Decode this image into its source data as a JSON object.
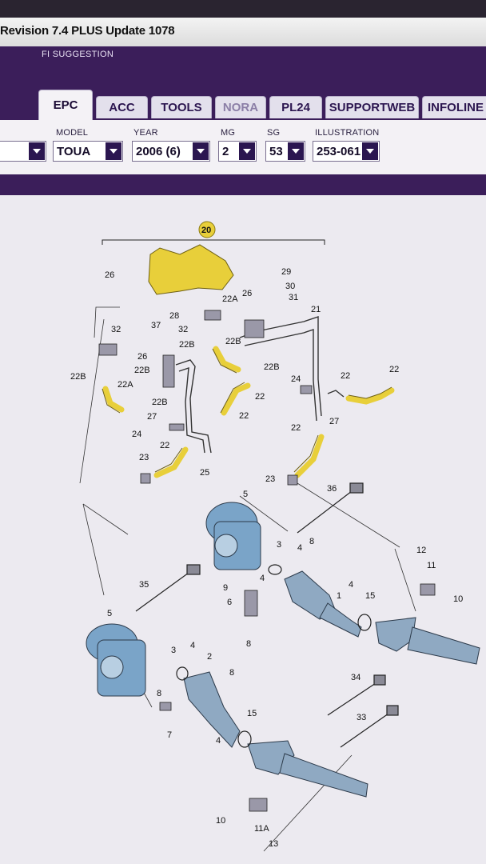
{
  "window": {
    "title": "Revision 7.4 PLUS Update 1078"
  },
  "header": {
    "subtitle": "FI SUGGESTION"
  },
  "tabs": [
    {
      "label": "EPC",
      "state": "active"
    },
    {
      "label": "ACC",
      "state": "normal"
    },
    {
      "label": "TOOLS",
      "state": "normal"
    },
    {
      "label": "NORA",
      "state": "dim"
    },
    {
      "label": "PL24",
      "state": "normal"
    },
    {
      "label": "SUPPORTWEB",
      "state": "normal"
    },
    {
      "label": "INFOLINE",
      "state": "normal"
    }
  ],
  "filters": {
    "first": {
      "value": ""
    },
    "model": {
      "label": "MODEL",
      "value": "TOUA"
    },
    "year": {
      "label": "YEAR",
      "value": "2006 (6)"
    },
    "mg": {
      "label": "MG",
      "value": "2"
    },
    "sg": {
      "label": "SG",
      "value": "53"
    },
    "illustration": {
      "label": "ILLUSTRATION",
      "value": "253-061"
    }
  },
  "diagram": {
    "highlight_color": "#e8cf3a",
    "group_label": "20",
    "callouts": [
      "26",
      "37",
      "28",
      "32",
      "26",
      "22B",
      "22A",
      "22B",
      "22B",
      "27",
      "24",
      "22",
      "23",
      "25",
      "29",
      "30",
      "31",
      "26",
      "22A",
      "32",
      "22B",
      "22B",
      "21",
      "24",
      "22",
      "22",
      "22",
      "27",
      "22",
      "23",
      "5",
      "36",
      "3",
      "4",
      "8",
      "12",
      "11",
      "10",
      "9",
      "6",
      "4",
      "8",
      "1",
      "4",
      "15",
      "35",
      "5",
      "3",
      "4",
      "2",
      "8",
      "8",
      "7",
      "34",
      "15",
      "33",
      "4",
      "10",
      "11A",
      "13",
      "22B",
      "22"
    ]
  },
  "colors": {
    "brand_purple": "#3b1e5a",
    "part_yellow": "#e8cf3a"
  }
}
